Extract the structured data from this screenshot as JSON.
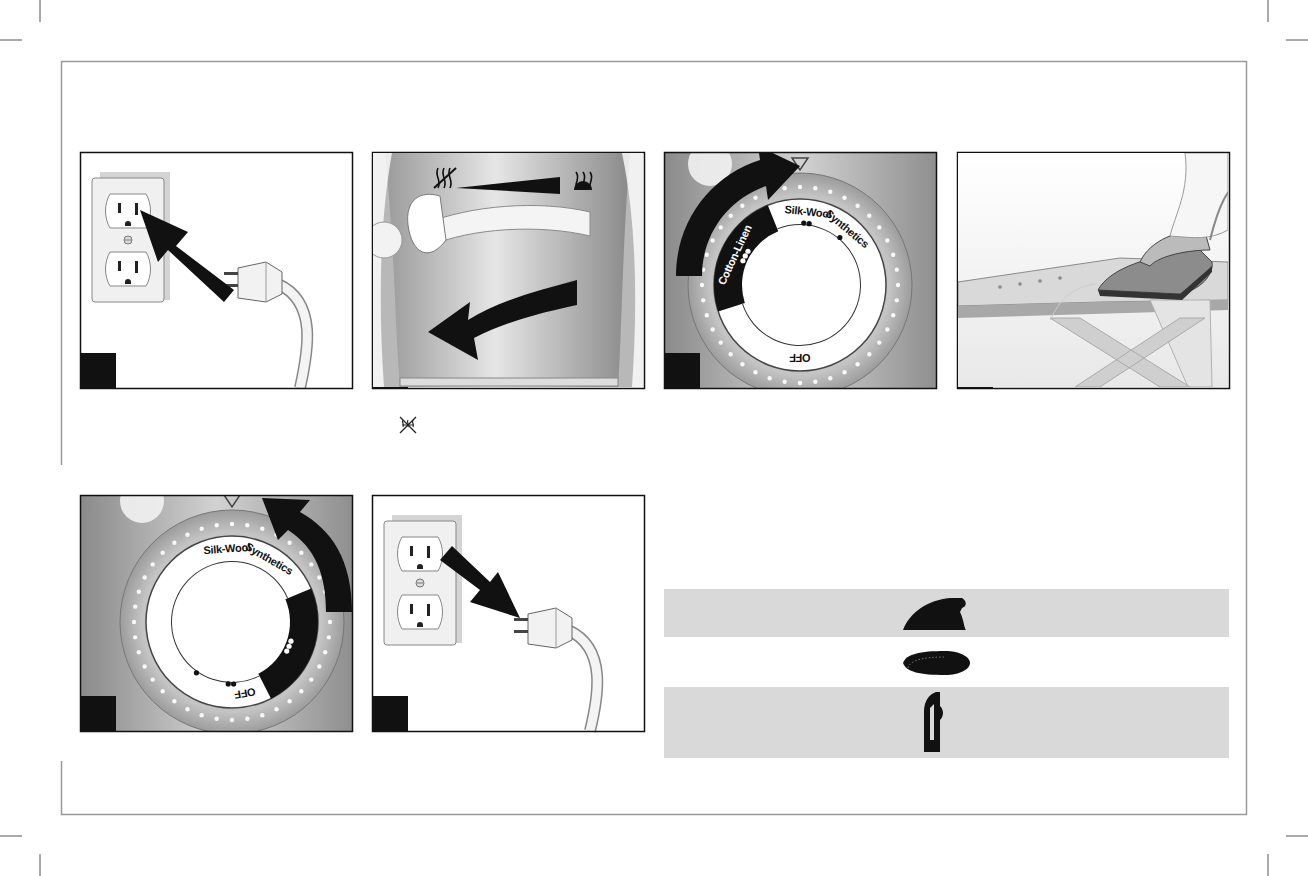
{
  "diagram": {
    "labels": [
      "Cotton-Linen",
      "Silk-Wool",
      "Synthetics",
      "OFF",
      "OFF",
      "Cotton-Linen",
      "Silk-Wool",
      "Synthetics"
    ]
  }
}
